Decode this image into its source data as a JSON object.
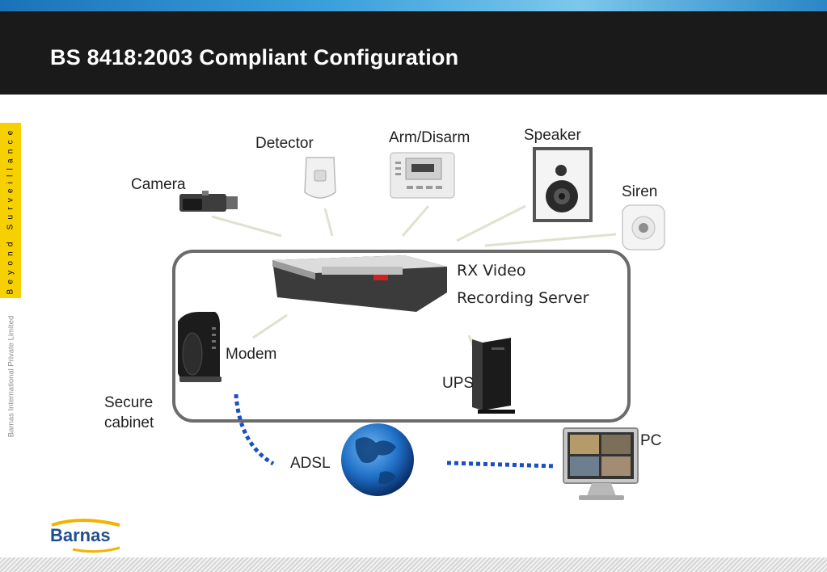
{
  "header": {
    "title": "BS 8418:2003 Compliant Configuration"
  },
  "sidebar": {
    "tagline": "Beyond Surveillance",
    "company": "Barnas International Private Limited"
  },
  "diagram": {
    "labels": {
      "camera": "Camera",
      "detector": "Detector",
      "arm_disarm": "Arm/Disarm",
      "speaker": "Speaker",
      "siren": "Siren",
      "rx_line1": "RX Video",
      "rx_line2": "Recording Server",
      "modem": "Modem",
      "ups": "UPS",
      "cabinet_line1": "Secure",
      "cabinet_line2": "cabinet",
      "adsl": "ADSL",
      "pc": "PC"
    }
  },
  "footer": {
    "logo": "Barnas"
  },
  "colors": {
    "header_bg": "#1a1a1a",
    "accent_yellow": "#f7d000",
    "link_blue": "#1a4fc4",
    "brand_blue": "#1f4e8c"
  }
}
